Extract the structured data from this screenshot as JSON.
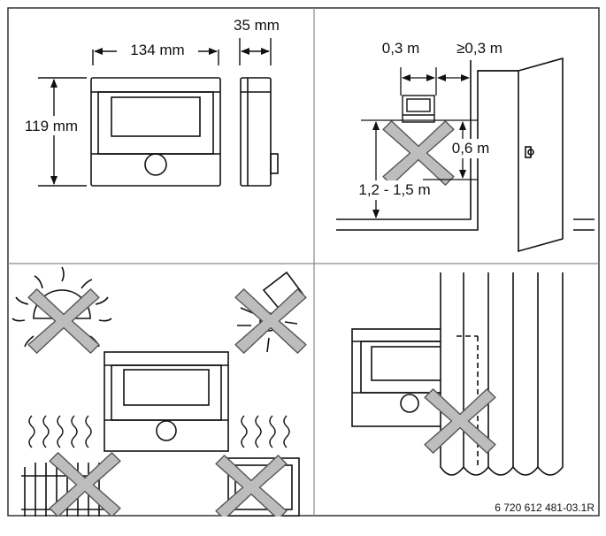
{
  "panels": {
    "dimensions": {
      "width_label": "134 mm",
      "depth_label": "35 mm",
      "height_label": "119 mm"
    },
    "clearances": {
      "side_clearance": "0,3 m",
      "door_clearance": "≥0,3 m",
      "below_clearance": "0,6 m",
      "mount_height": "1,2 - 1,5 m"
    }
  },
  "figure_id": "6 720 612 481-03.1R",
  "colors": {
    "line": "#111111",
    "cross_fill": "#bdbdbd"
  },
  "icons": [
    "sun-icon",
    "lamp-icon",
    "radiator-icon",
    "heat-waves-icon",
    "curtain-icon",
    "door-icon",
    "prohibited-cross-icon"
  ]
}
